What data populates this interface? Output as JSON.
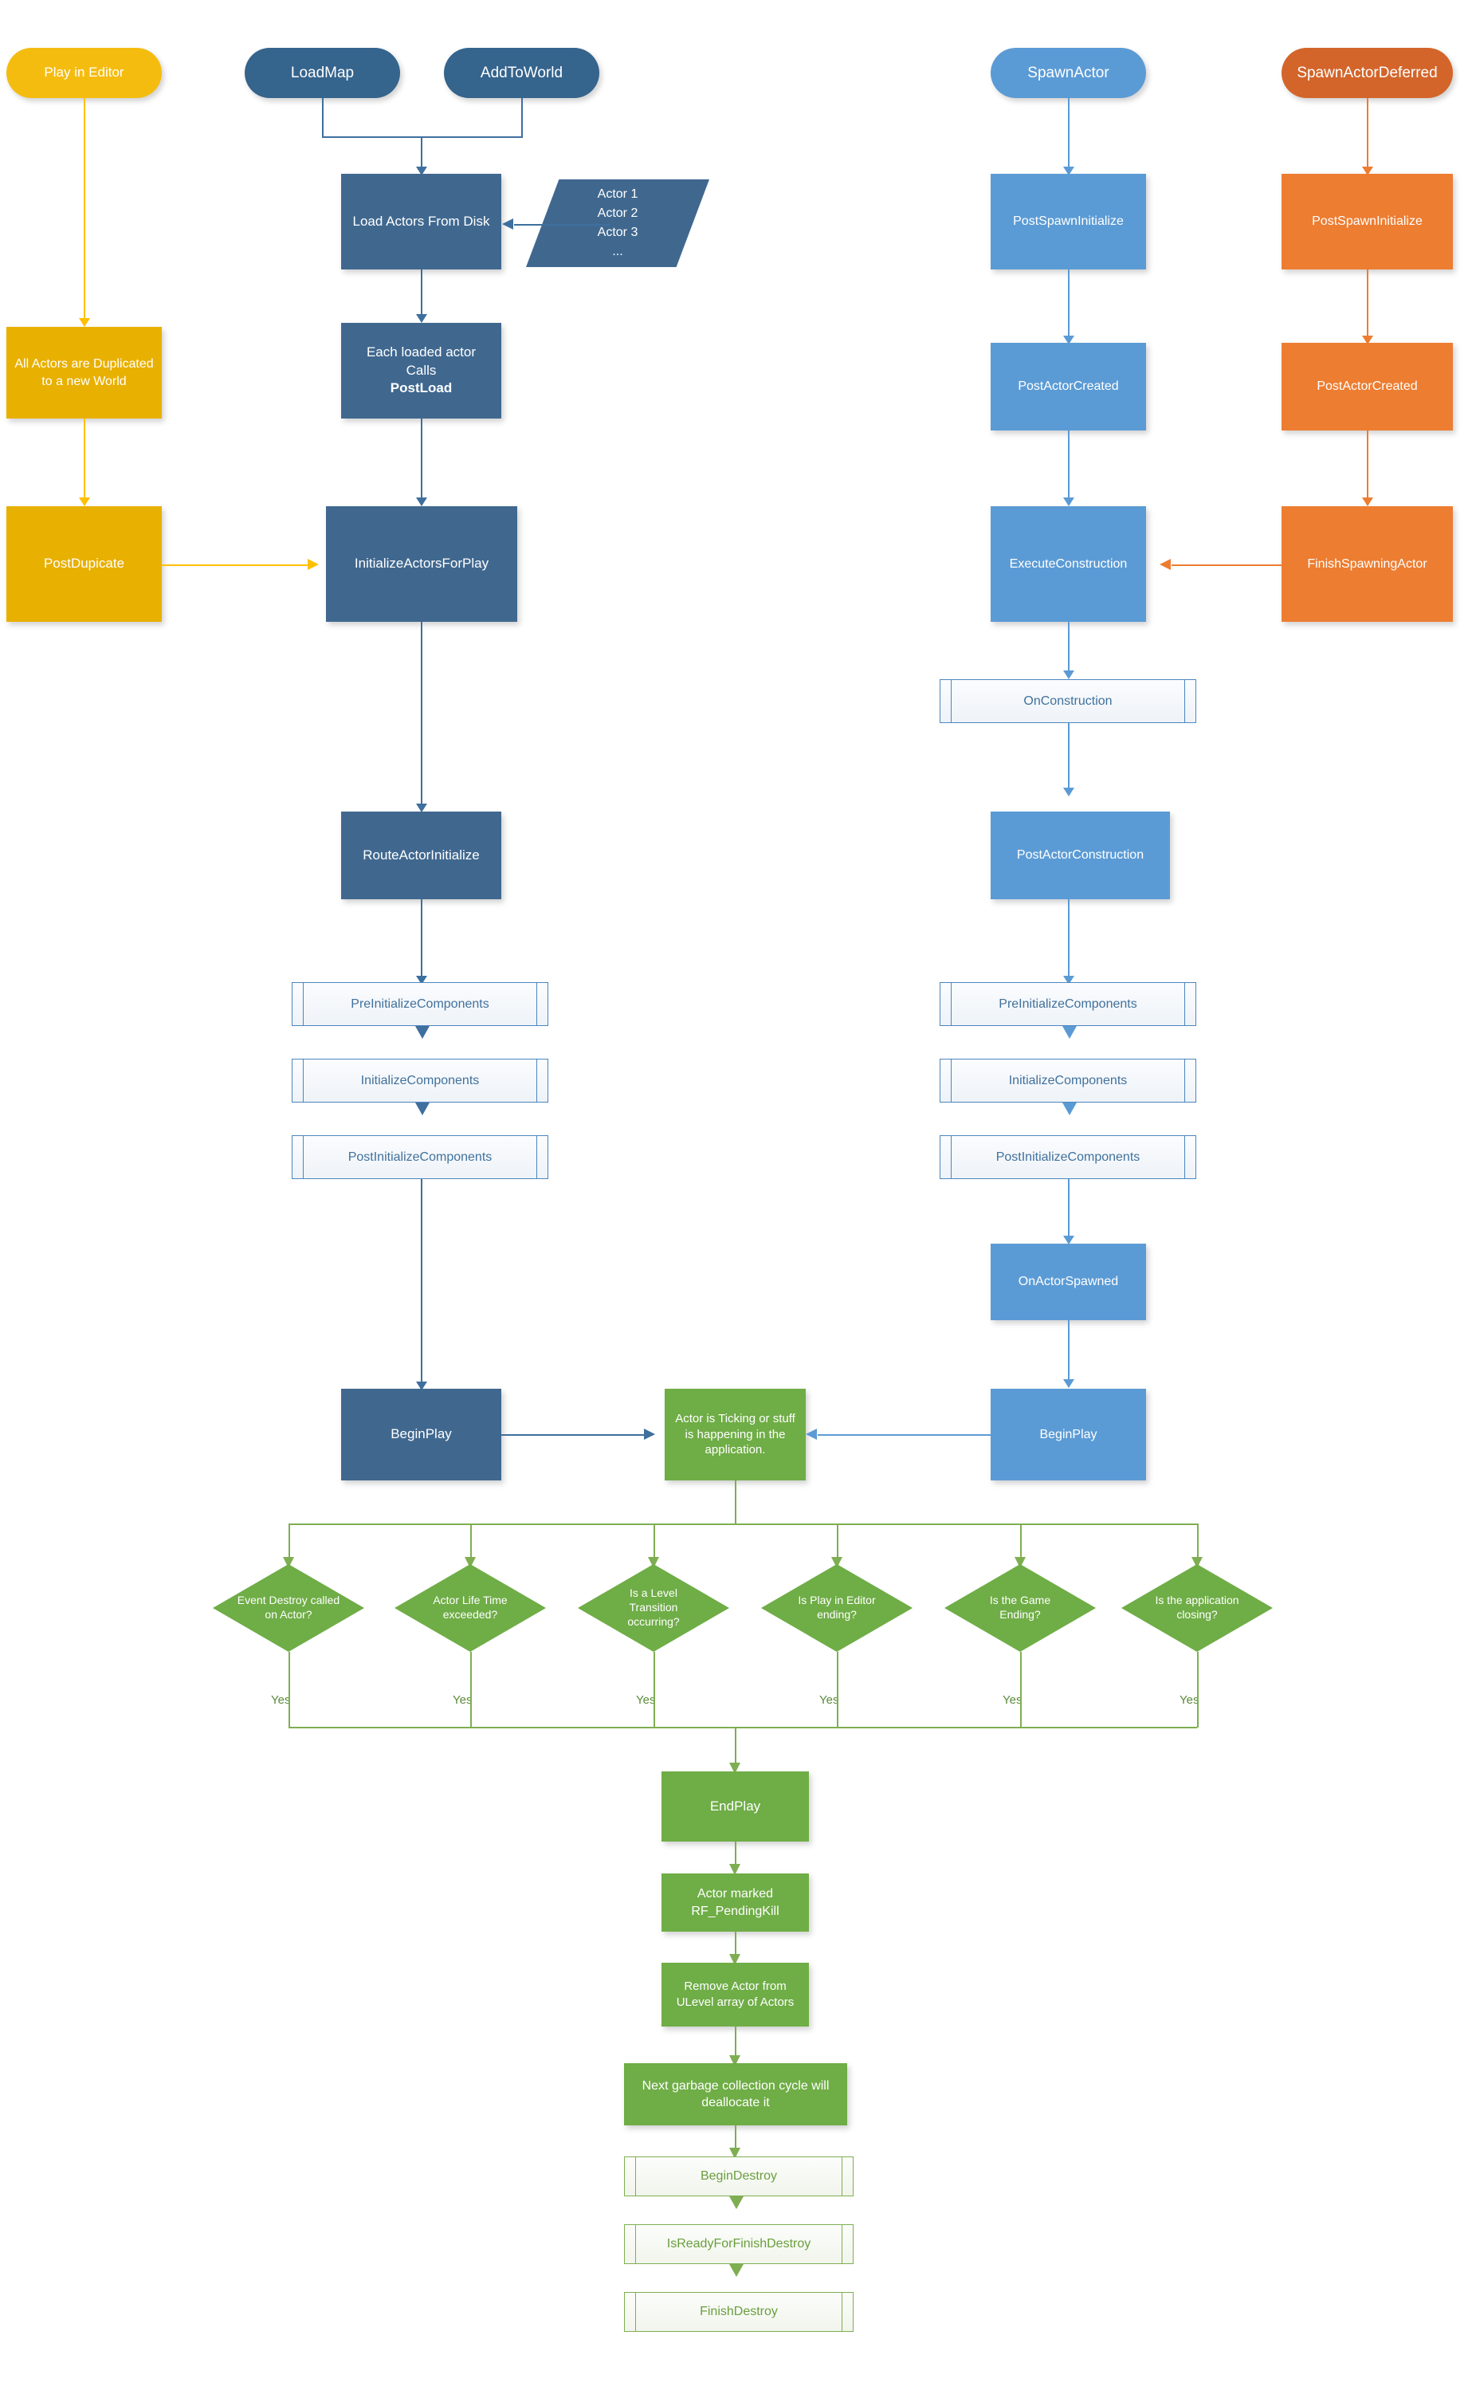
{
  "diagram": {
    "title": "Unreal Engine Actor Lifecycle Flowchart",
    "colors": {
      "dark_blue": "#40688F",
      "light_blue": "#5B9BD5",
      "yellow": "#FFC000",
      "orange": "#ED7D31",
      "green": "#6FAD46",
      "predef_border_blue": "#4C86BF",
      "predef_border_green": "#7FAE52"
    }
  },
  "columns": {
    "play_in_editor": {
      "start": "Play in Editor",
      "duplicate": "All Actors are Duplicated to a new World",
      "post_duplicate": "PostDupicate"
    },
    "load_map": {
      "start": "LoadMap",
      "add_to_world": "AddToWorld",
      "load_actors": "Load Actors From Disk",
      "actor_list": [
        "Actor 1",
        "Actor 2",
        "Actor 3",
        "..."
      ],
      "post_load_prefix": "Each loaded actor Calls ",
      "post_load_bold": "PostLoad",
      "initialize_actors_for_play": "InitializeActorsForPlay",
      "route_actor_initialize": "RouteActorInitialize",
      "pre_init_components": "PreInitializeComponents",
      "init_components": "InitializeComponents",
      "post_init_components": "PostInitializeComponents",
      "begin_play": "BeginPlay"
    },
    "spawn_actor": {
      "start": "SpawnActor",
      "post_spawn_initialize": "PostSpawnInitialize",
      "post_actor_created": "PostActorCreated",
      "execute_construction": "ExecuteConstruction",
      "on_construction": "OnConstruction",
      "post_actor_construction": "PostActorConstruction",
      "pre_init_components": "PreInitializeComponents",
      "init_components": "InitializeComponents",
      "post_init_components": "PostInitializeComponents",
      "on_actor_spawned": "OnActorSpawned",
      "begin_play": "BeginPlay"
    },
    "spawn_actor_deferred": {
      "start": "SpawnActorDeferred",
      "post_spawn_initialize": "PostSpawnInitialize",
      "post_actor_created": "PostActorCreated",
      "finish_spawning_actor": "FinishSpawningActor"
    }
  },
  "runtime": {
    "ticking": "Actor is Ticking or stuff is happening in the application.",
    "decisions": [
      {
        "text": "Event Destroy called on Actor?",
        "answer": "Yes"
      },
      {
        "text": "Actor Life Time exceeded?",
        "answer": "Yes"
      },
      {
        "text": "Is a Level Transition occurring?",
        "answer": "Yes"
      },
      {
        "text": "Is Play in Editor ending?",
        "answer": "Yes"
      },
      {
        "text": "Is the Game Ending?",
        "answer": "Yes"
      },
      {
        "text": "Is the application closing?",
        "answer": "Yes"
      }
    ]
  },
  "destruction": {
    "end_play": "EndPlay",
    "pending_kill": "Actor marked RF_PendingKill",
    "remove_from_ulevel": "Remove Actor from ULevel array of Actors",
    "gc": "Next garbage collection cycle will deallocate it",
    "begin_destroy": "BeginDestroy",
    "is_ready_for_finish_destroy": "IsReadyForFinishDestroy",
    "finish_destroy": "FinishDestroy"
  }
}
